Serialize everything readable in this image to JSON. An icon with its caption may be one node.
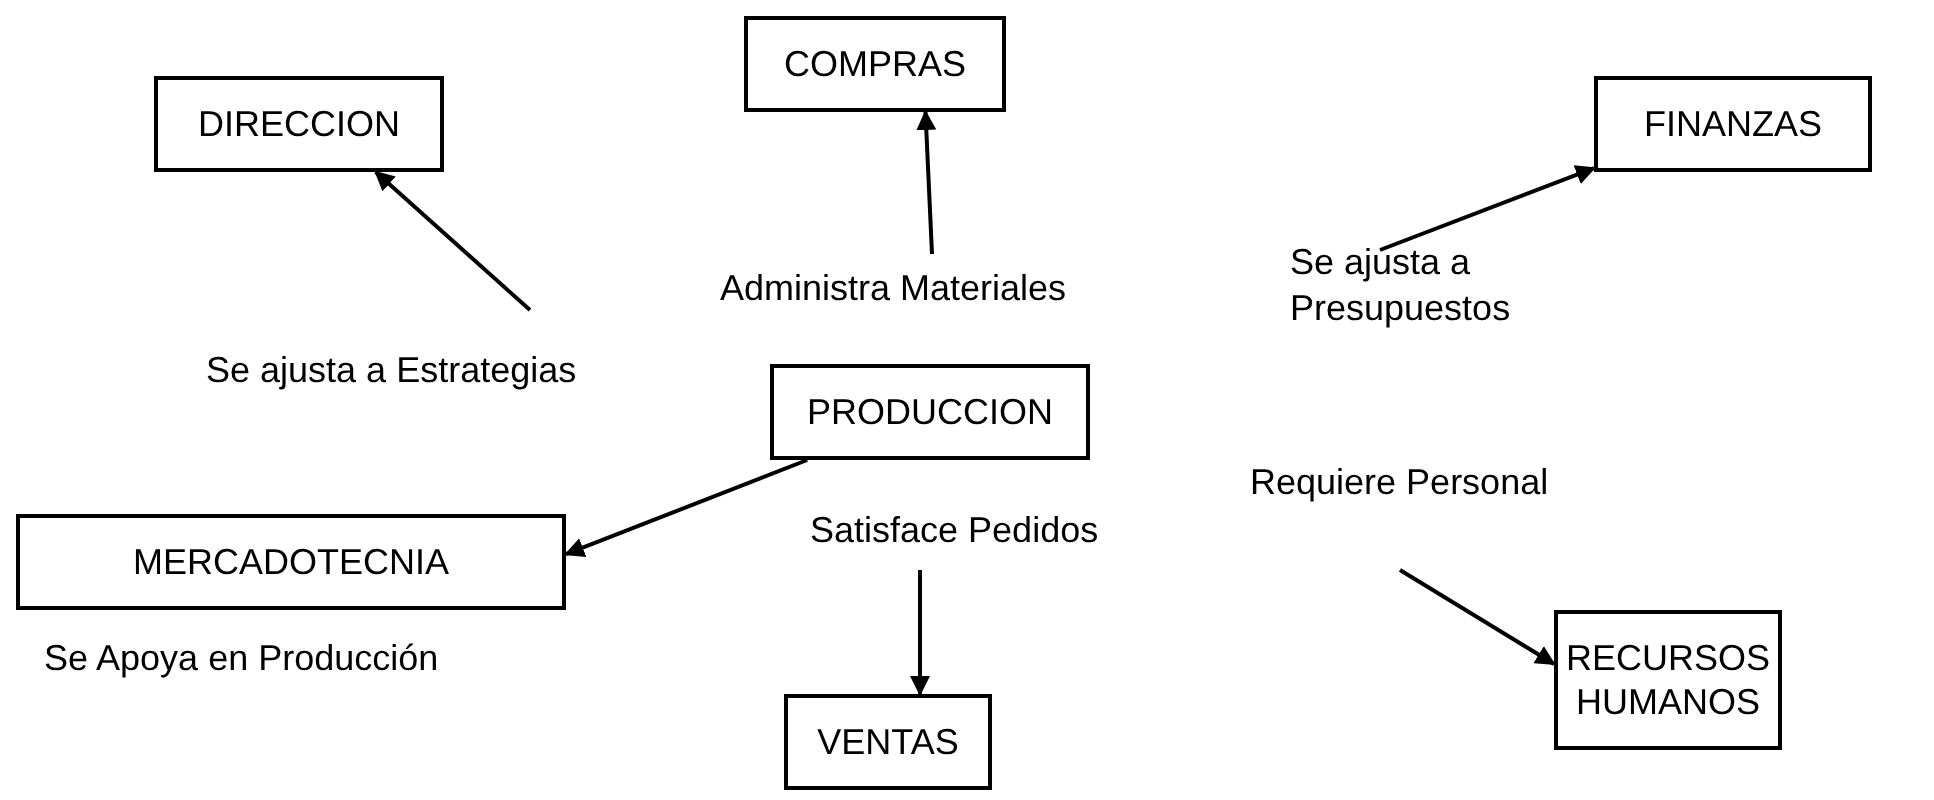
{
  "diagram": {
    "nodes": [
      {
        "text": [
          "DIRECCION"
        ]
      },
      {
        "text": [
          "COMPRAS"
        ]
      },
      {
        "text": [
          "FINANZAS"
        ]
      },
      {
        "text": [
          "PRODUCCION"
        ]
      },
      {
        "text": [
          "MERCADOTECNIA"
        ]
      },
      {
        "text": [
          "VENTAS"
        ]
      },
      {
        "text": [
          "RECURSOS HUMANOS"
        ]
      }
    ],
    "edges": [
      {
        "from": null,
        "to": 0,
        "arrow": "to",
        "label": "Se ajusta a Estrategias"
      },
      {
        "from": null,
        "to": 1,
        "arrow": "to",
        "label": "Administra Materiales"
      },
      {
        "from": null,
        "to": 2,
        "arrow": "to",
        "label": "Se ajusta a Presupuestos"
      },
      {
        "from": 3,
        "to": 4,
        "arrow": "to"
      },
      {
        "from": null,
        "to": 5,
        "arrow": "to",
        "label": "Satisface Pedidos"
      },
      {
        "from": null,
        "to": 6,
        "arrow": "to",
        "label": "Requiere Personal"
      }
    ],
    "labels": [
      "Se Apoya en Producción"
    ]
  }
}
